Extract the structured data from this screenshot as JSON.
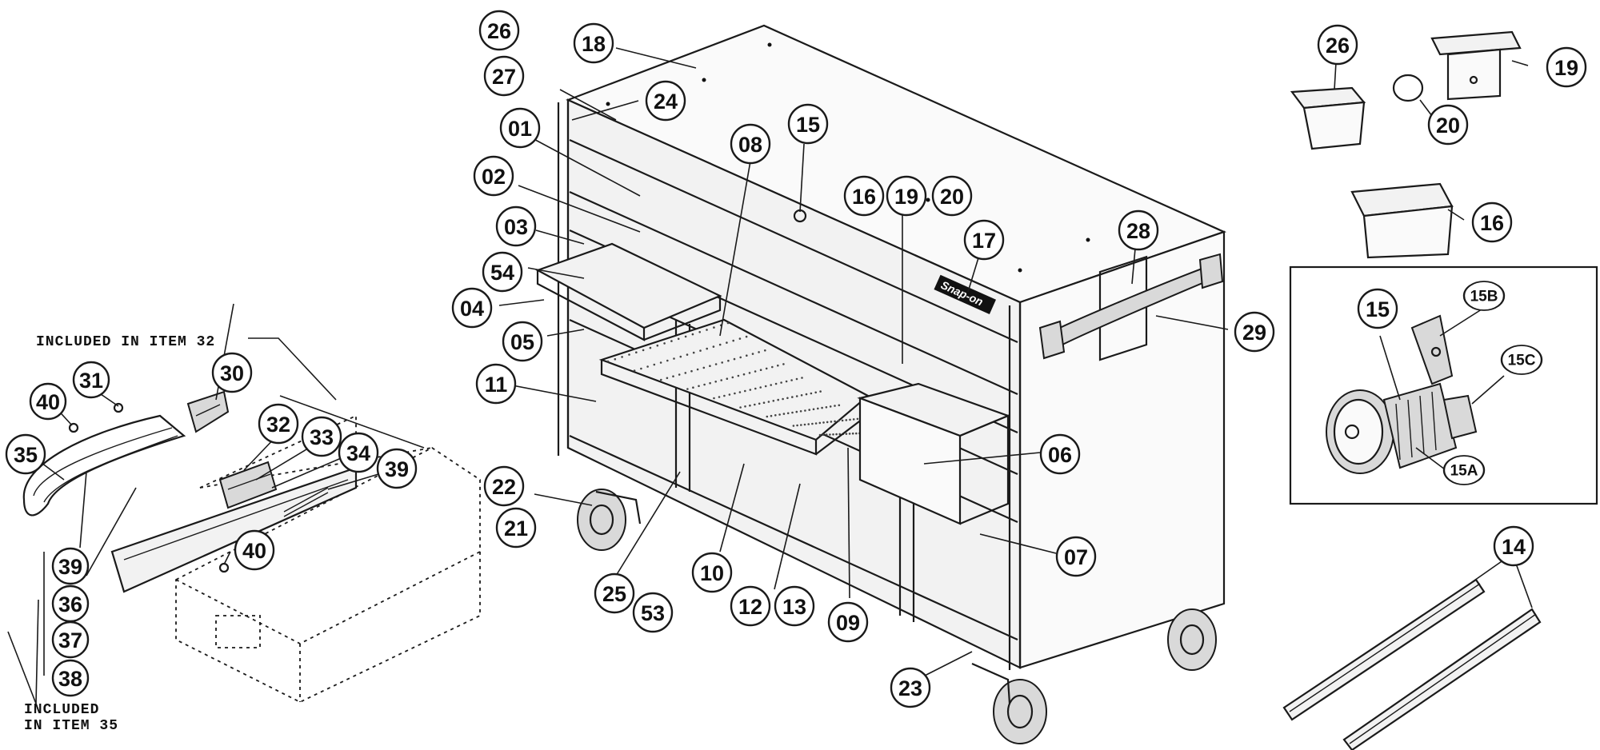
{
  "notes": {
    "included_in_item_32": "INCLUDED IN ITEM 32",
    "included_line1": "INCLUDED",
    "included_line2": "IN ITEM 35"
  },
  "brand_logo_text": "Snap-on",
  "callouts": [
    {
      "id": "c26a",
      "label": "26"
    },
    {
      "id": "c18",
      "label": "18"
    },
    {
      "id": "c27",
      "label": "27"
    },
    {
      "id": "c24",
      "label": "24"
    },
    {
      "id": "c01",
      "label": "01"
    },
    {
      "id": "c08",
      "label": "08"
    },
    {
      "id": "c15a",
      "label": "15"
    },
    {
      "id": "c02",
      "label": "02"
    },
    {
      "id": "c16a",
      "label": "16"
    },
    {
      "id": "c19a",
      "label": "19"
    },
    {
      "id": "c20a",
      "label": "20"
    },
    {
      "id": "c03",
      "label": "03"
    },
    {
      "id": "c17",
      "label": "17"
    },
    {
      "id": "c28",
      "label": "28"
    },
    {
      "id": "c54",
      "label": "54"
    },
    {
      "id": "c04",
      "label": "04"
    },
    {
      "id": "c29",
      "label": "29"
    },
    {
      "id": "c05",
      "label": "05"
    },
    {
      "id": "c11",
      "label": "11"
    },
    {
      "id": "c06",
      "label": "06"
    },
    {
      "id": "c22",
      "label": "22"
    },
    {
      "id": "c21",
      "label": "21"
    },
    {
      "id": "c07",
      "label": "07"
    },
    {
      "id": "c10",
      "label": "10"
    },
    {
      "id": "c25",
      "label": "25"
    },
    {
      "id": "c53",
      "label": "53"
    },
    {
      "id": "c12",
      "label": "12"
    },
    {
      "id": "c13",
      "label": "13"
    },
    {
      "id": "c09",
      "label": "09"
    },
    {
      "id": "c23",
      "label": "23"
    },
    {
      "id": "c26b",
      "label": "26"
    },
    {
      "id": "c19b",
      "label": "19"
    },
    {
      "id": "c20b",
      "label": "20"
    },
    {
      "id": "c16b",
      "label": "16"
    },
    {
      "id": "c15b",
      "label": "15"
    },
    {
      "id": "c15B",
      "label": "15B"
    },
    {
      "id": "c15C",
      "label": "15C"
    },
    {
      "id": "c15A",
      "label": "15A"
    },
    {
      "id": "c14",
      "label": "14"
    },
    {
      "id": "c30",
      "label": "30"
    },
    {
      "id": "c31",
      "label": "31"
    },
    {
      "id": "c40a",
      "label": "40"
    },
    {
      "id": "c35",
      "label": "35"
    },
    {
      "id": "c32",
      "label": "32"
    },
    {
      "id": "c33",
      "label": "33"
    },
    {
      "id": "c34",
      "label": "34"
    },
    {
      "id": "c39a",
      "label": "39"
    },
    {
      "id": "c40b",
      "label": "40"
    },
    {
      "id": "c39b",
      "label": "39"
    },
    {
      "id": "c36",
      "label": "36"
    },
    {
      "id": "c37",
      "label": "37"
    },
    {
      "id": "c38",
      "label": "38"
    }
  ]
}
